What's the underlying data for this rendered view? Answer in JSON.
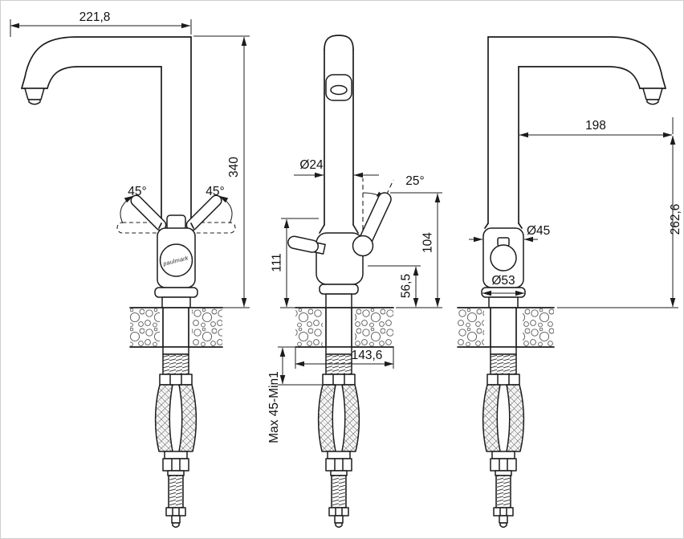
{
  "brand": "paulmark",
  "left_view": {
    "dim_width": "221,8",
    "dim_height": "340",
    "angle_left": "45°",
    "angle_right": "45°"
  },
  "front_view": {
    "dim_pipe_diameter": "Ø24",
    "dim_handle_angle": "25°",
    "dim_body_height": "111",
    "dim_handle_height": "104",
    "dim_handle_pivot_height": "56,5",
    "dim_base_depth": "143,6",
    "dim_mount_range": "Max 45-Min1"
  },
  "right_view": {
    "dim_spout_reach": "198",
    "dim_outlet_height": "262,6",
    "dim_body_diameter": "Ø45",
    "dim_flange_diameter": "Ø53"
  }
}
